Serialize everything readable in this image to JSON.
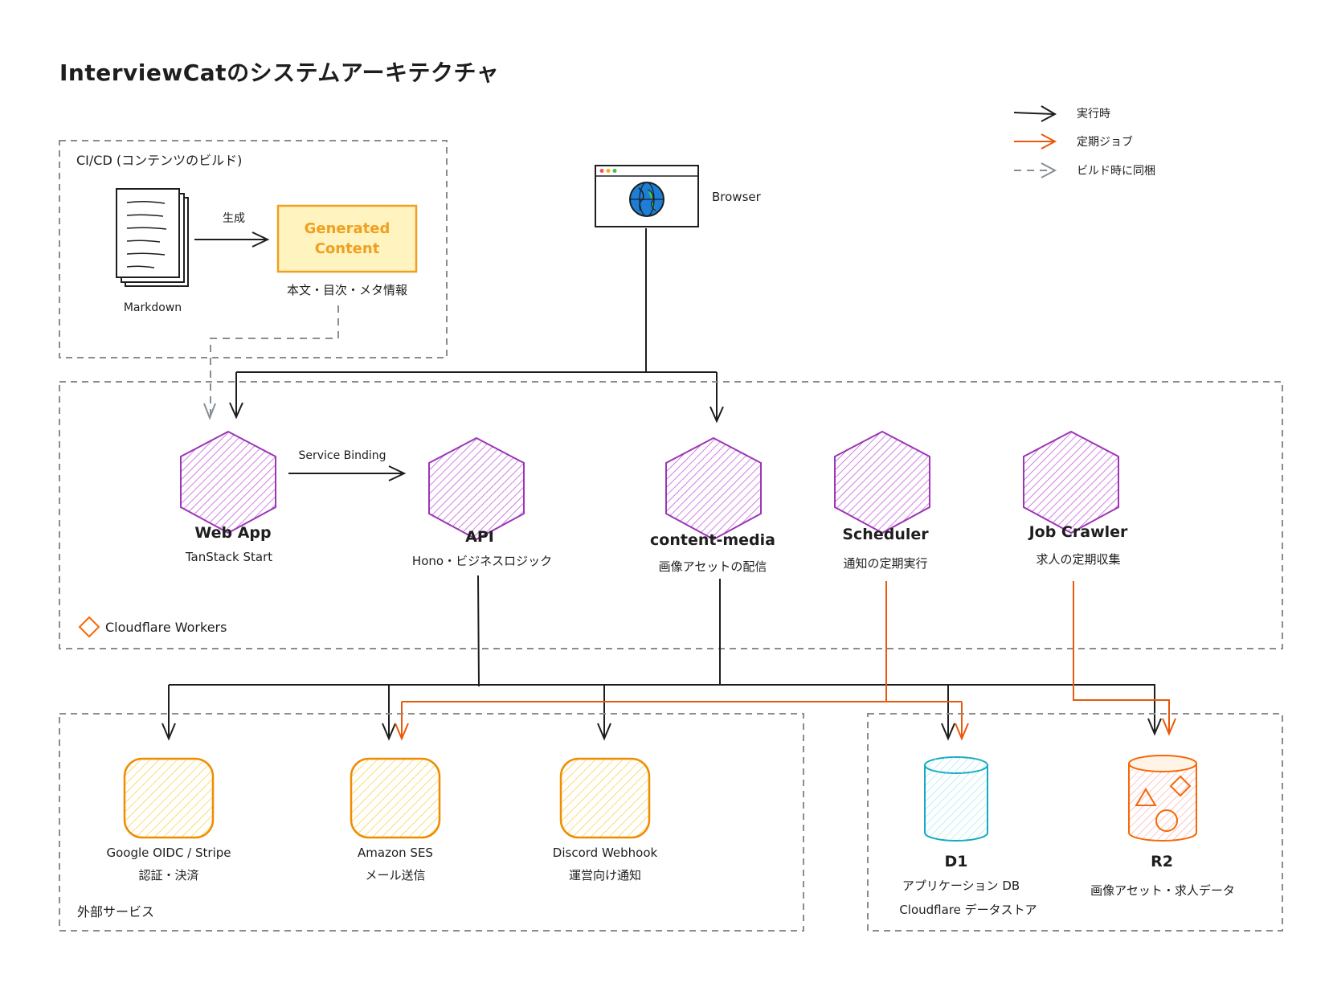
{
  "title": "InterviewCatのシステムアーキテクチャ",
  "legend": [
    {
      "label": "実行時",
      "color": "#1e1e1e",
      "style": "solid"
    },
    {
      "label": "定期ジョブ",
      "color": "#e8590c",
      "style": "solid"
    },
    {
      "label": "ビルド時に同梱",
      "color": "#868e96",
      "style": "dashed"
    }
  ],
  "groups": {
    "cicd": "CI/CD (コンテンツのビルド)",
    "workers": "Cloudflare Workers",
    "external": "外部サービス"
  },
  "cicd": {
    "markdown_label": "Markdown",
    "edge_label": "生成",
    "generated_line1": "Generated",
    "generated_line2": "Content",
    "generated_sub": "本文・目次・メタ情報"
  },
  "browser": {
    "label": "Browser"
  },
  "workers": [
    {
      "name": "Web App",
      "sub": "TanStack Start"
    },
    {
      "name": "API",
      "sub": "Hono・ビジネスロジック"
    },
    {
      "name": "content-media",
      "sub": "画像アセットの配信"
    },
    {
      "name": "Scheduler",
      "sub": "通知の定期実行"
    },
    {
      "name": "Job Crawler",
      "sub": "求人の定期収集"
    }
  ],
  "service_binding_label": "Service Binding",
  "external": [
    {
      "name": "Google OIDC / Stripe",
      "sub": "認証・決済"
    },
    {
      "name": "Amazon SES",
      "sub": "メール送信"
    },
    {
      "name": "Discord Webhook",
      "sub": "運営向け通知"
    }
  ],
  "storage": [
    {
      "name": "D1",
      "sub1": "アプリケーション DB",
      "sub2": "Cloudflare データストア",
      "color": "#1098ad"
    },
    {
      "name": "R2",
      "sub1": "画像アセット・求人データ",
      "sub2": "",
      "color": "#f76707"
    }
  ],
  "colors": {
    "worker": "#9c36b5",
    "external": "#f08c00",
    "generated": "#f0a020"
  }
}
